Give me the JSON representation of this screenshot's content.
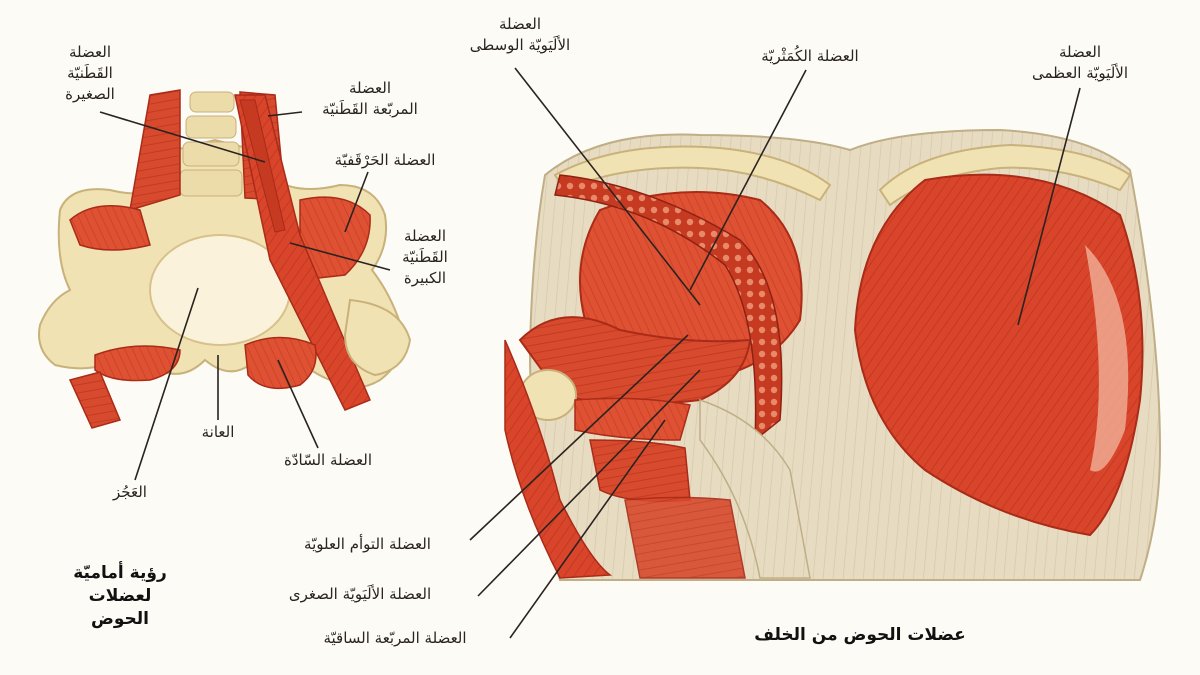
{
  "front_view": {
    "caption": [
      "رؤية أماميّة",
      "لعضلات",
      "الحوض"
    ],
    "labels": {
      "psoas_minor": [
        "العضلة",
        "القَطَنيّة",
        "الصغيرة"
      ],
      "quadratus_lumborum": [
        "العضلة",
        "المربّعة القَطَنيّة"
      ],
      "iliacus": [
        "العضلة الحَرْقَفيّة"
      ],
      "psoas_major": [
        "العضلة",
        "القَطَنيّة",
        "الكبيرة"
      ],
      "pubis": [
        "العانة"
      ],
      "obturator": [
        "العضلة السّادّة"
      ],
      "coccyx": [
        "العَجُز"
      ]
    }
  },
  "back_view": {
    "caption": "عضلات الحوض من الخلف",
    "labels": {
      "gluteus_medius": [
        "العضلة",
        "الألَيَويّة الوسطى"
      ],
      "piriformis": [
        "العضلة الكُمَثْريّة"
      ],
      "gluteus_maximus": [
        "العضلة",
        "الألَيَويّة العظمى"
      ],
      "superior_gemellus": [
        "العضلة التوأم العلويّة"
      ],
      "gluteus_minimus": [
        "العضلة الألَيَويّة الصغرى"
      ],
      "quadratus_femoris": [
        "العضلة المربّعة الساقيّة"
      ]
    }
  },
  "colors": {
    "muscle": "#d9452b",
    "muscle_dark": "#b32e1a",
    "bone": "#f1e2b4",
    "bone_edge": "#c9b17a",
    "skin": "#e7dcc2",
    "leader": "#2a2320"
  }
}
